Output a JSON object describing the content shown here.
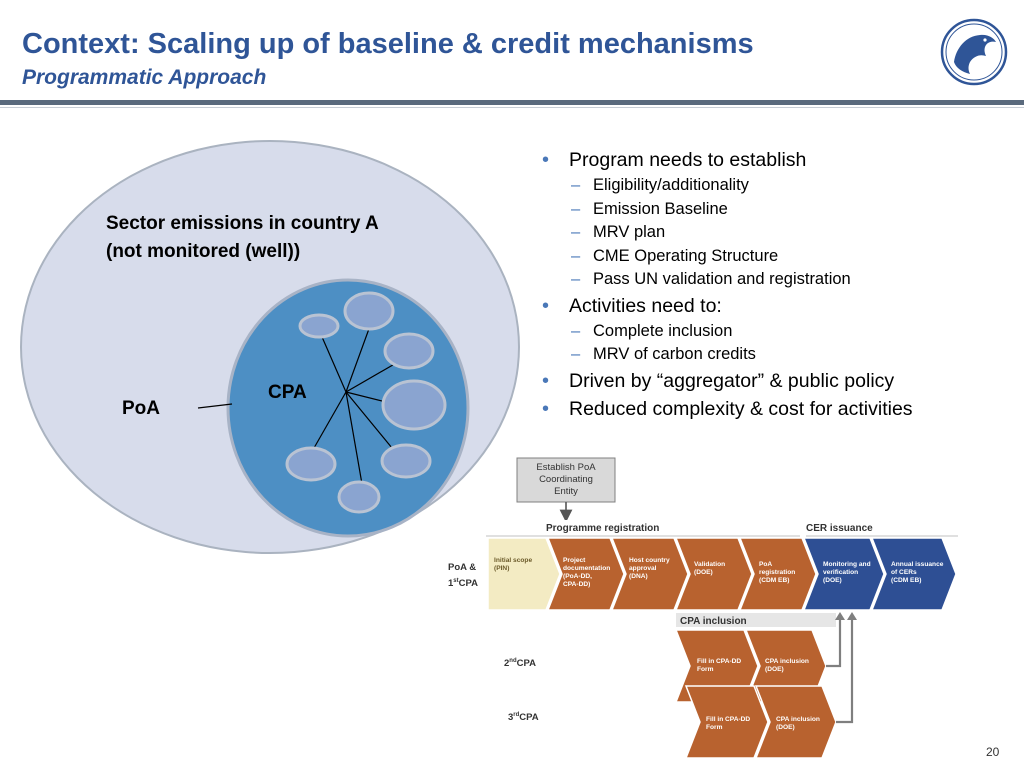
{
  "slide": {
    "title": "Context: Scaling up of baseline & credit mechanisms",
    "subtitle": "Programmatic Approach",
    "page_number": "20"
  },
  "venn": {
    "sector_label_line1": "Sector emissions in country A",
    "sector_label_line2": "(not monitored (well))",
    "poa_label": "PoA",
    "cpa_label": "CPA"
  },
  "bullets": [
    {
      "text": "Program needs to establish",
      "sub": [
        "Eligibility/additionality",
        "Emission Baseline",
        "MRV plan",
        "CME Operating Structure",
        "Pass UN validation and registration"
      ]
    },
    {
      "text": "Activities need to:",
      "sub": [
        "Complete inclusion",
        "MRV of carbon credits"
      ]
    },
    {
      "text": "Driven by “aggregator” & public policy",
      "sub": []
    },
    {
      "text": "Reduced complexity & cost for activities",
      "sub": []
    }
  ],
  "flow": {
    "establish_box": [
      "Establish PoA",
      "Coordinating",
      "Entity"
    ],
    "programme_registration": "Programme registration",
    "cer_issuance": "CER issuance",
    "cpa_inclusion": "CPA inclusion",
    "row_labels": {
      "first_a": "PoA &",
      "first_b": "1",
      "first_sup": "st",
      "first_c": "CPA",
      "second": "2",
      "second_sup": "nd",
      "second_c": "CPA",
      "third": "3",
      "third_sup": "rd",
      "third_c": "CPA"
    },
    "steps": [
      {
        "lines": [
          "Initial scope",
          "(PIN)"
        ]
      },
      {
        "lines": [
          "Project",
          "documentation",
          "(PoA-DD,",
          "CPA-DD)"
        ]
      },
      {
        "lines": [
          "Host country",
          "approval",
          "(DNA)"
        ]
      },
      {
        "lines": [
          "Validation",
          "(DOE)"
        ]
      },
      {
        "lines": [
          "PoA",
          "registration",
          "(CDM EB)"
        ]
      },
      {
        "lines": [
          "Monitoring and",
          "verification",
          "(DOE)"
        ]
      },
      {
        "lines": [
          "Annual issuance",
          "of CERs",
          "(CDM EB)"
        ]
      }
    ],
    "cpa2_steps": [
      {
        "lines": [
          "Fill in CPA-DD",
          "Form"
        ]
      },
      {
        "lines": [
          "CPA inclusion",
          "(DOE)"
        ]
      }
    ],
    "cpa3_steps": [
      {
        "lines": [
          "Fill in CPA-DD",
          "Form"
        ]
      },
      {
        "lines": [
          "CPA inclusion",
          "(DOE)"
        ]
      }
    ]
  }
}
